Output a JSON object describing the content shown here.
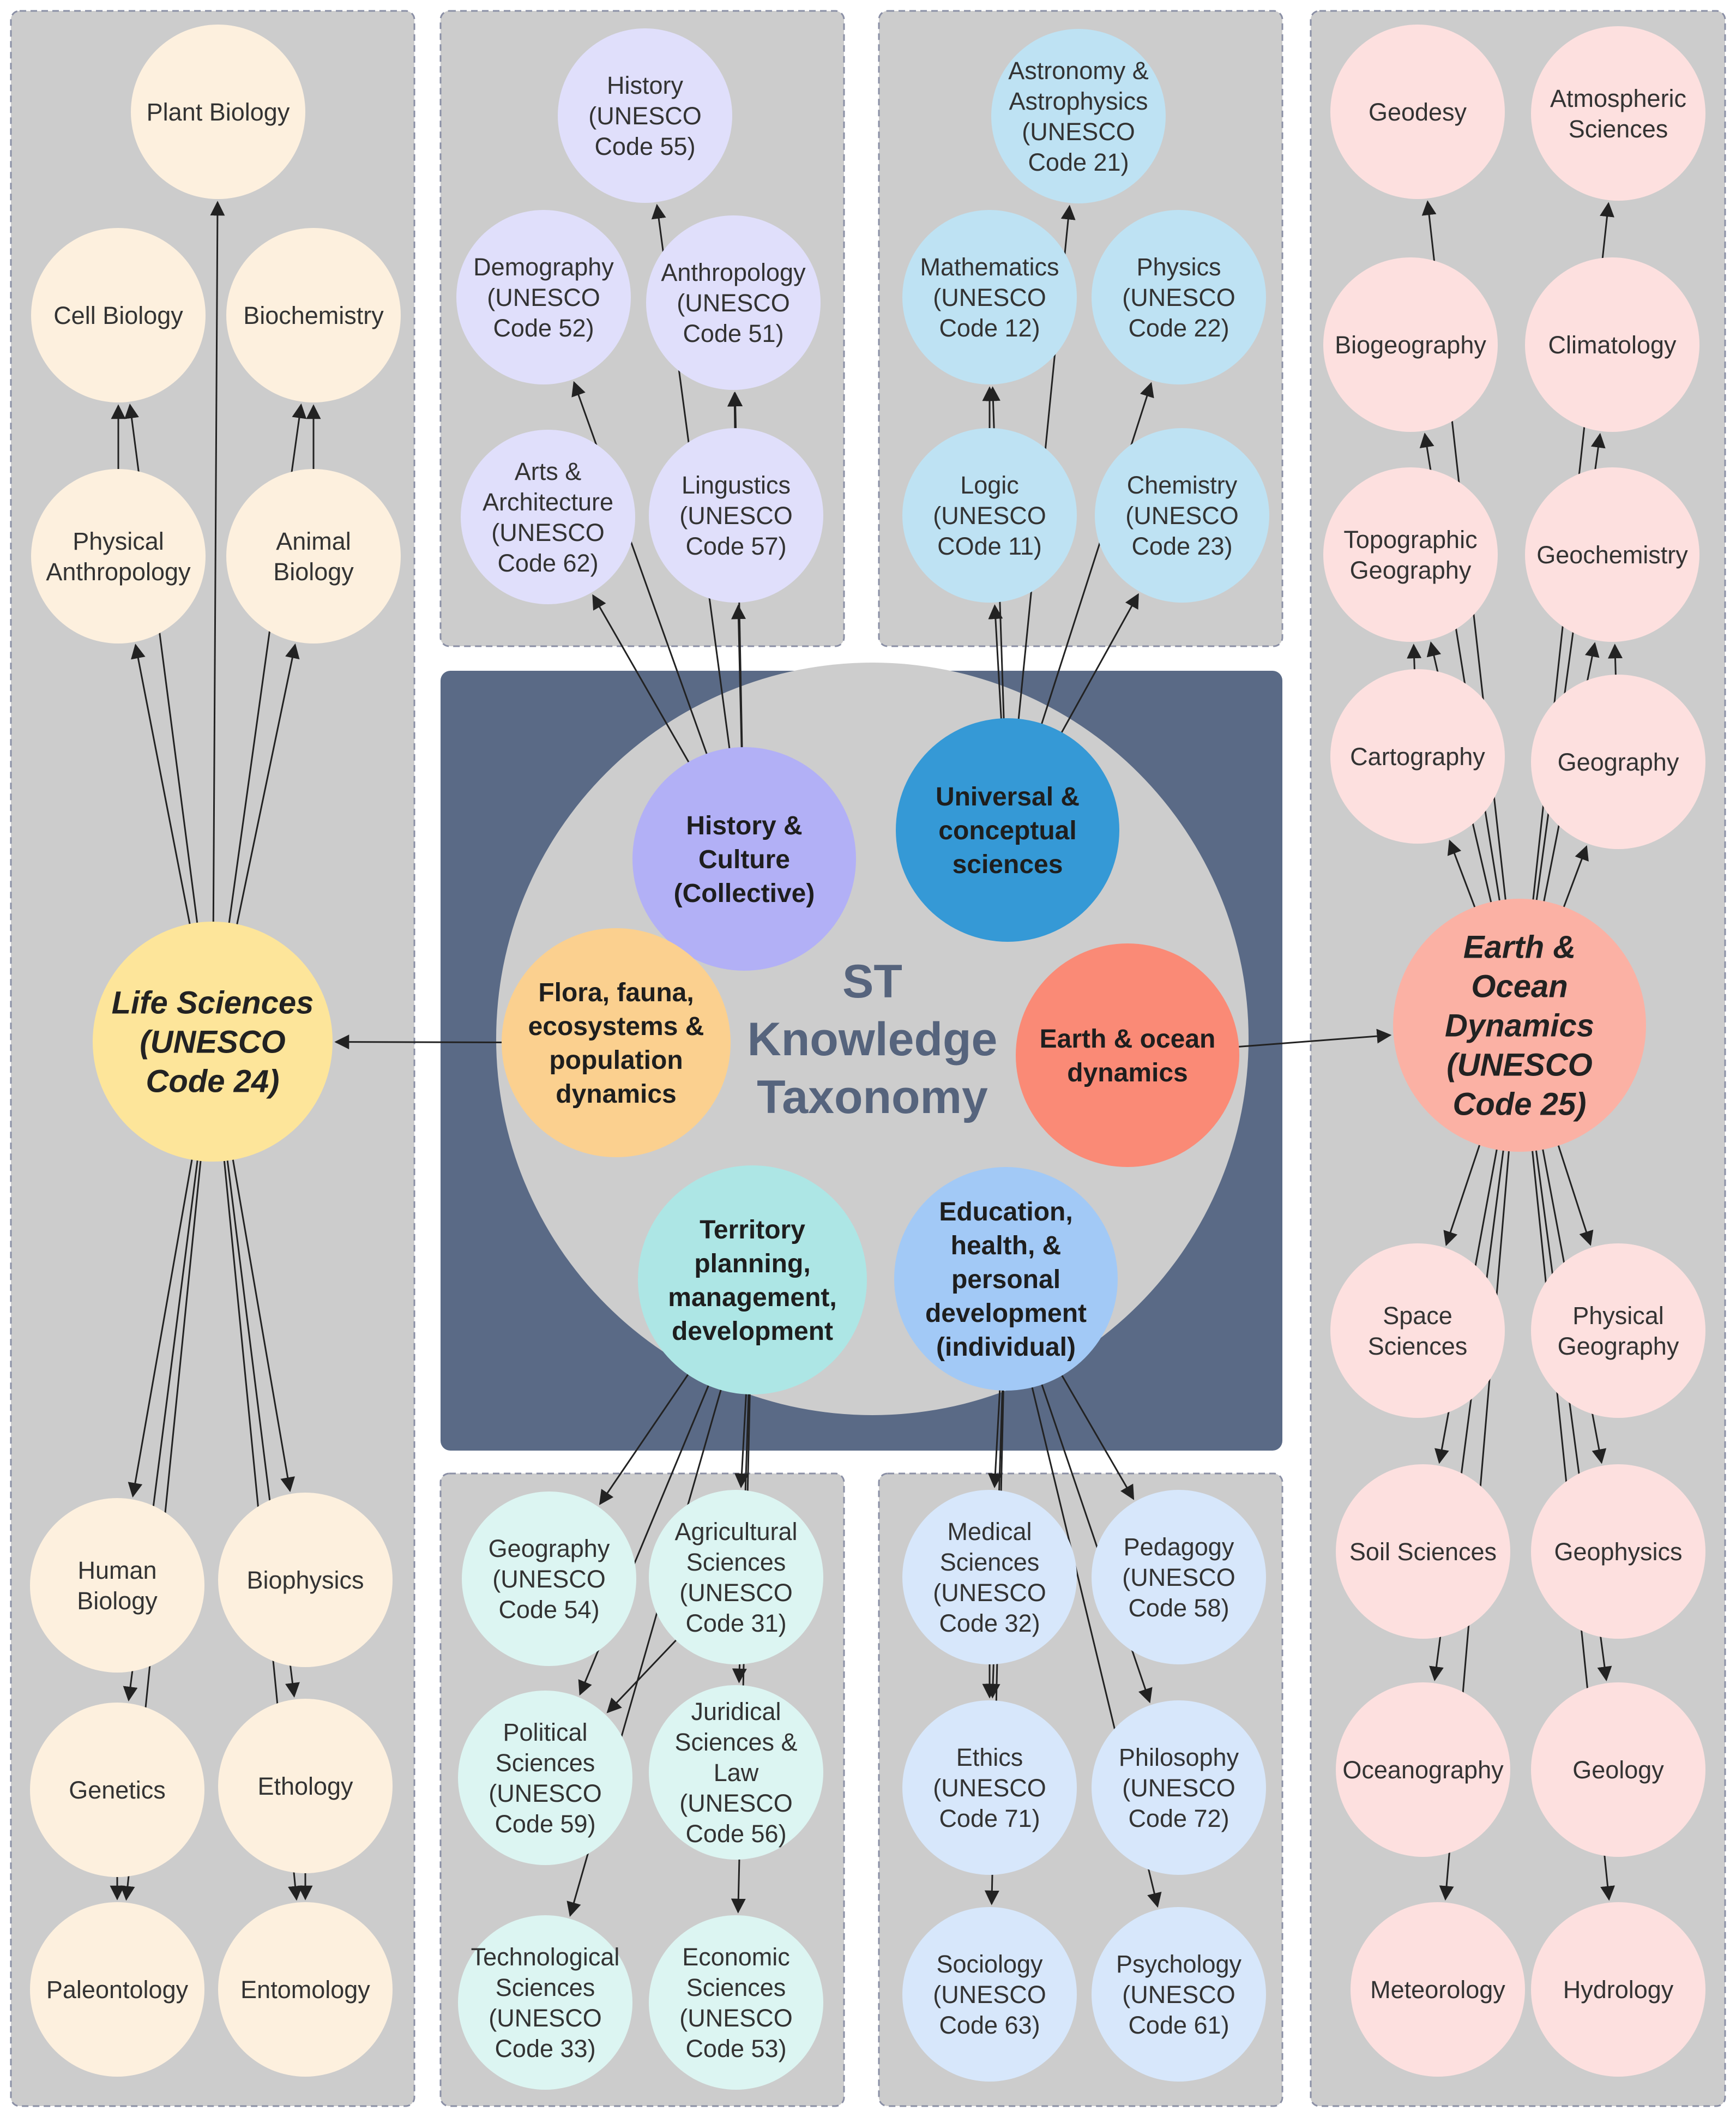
{
  "center": {
    "lines": [
      "ST",
      "Knowledge",
      "Taxonomy"
    ]
  },
  "colors": {
    "panel": "#cccccc",
    "panel_border": "#8a8fa5",
    "center_box": "#5a6a86",
    "center_circle": "#cdcdcd",
    "arrow": "#222222"
  },
  "panels": [
    {
      "id": "life-sciences"
    },
    {
      "id": "history-culture"
    },
    {
      "id": "universal-conceptual"
    },
    {
      "id": "earth-ocean"
    },
    {
      "id": "territory"
    },
    {
      "id": "education-health"
    }
  ],
  "core_nodes": [
    {
      "id": "core-history",
      "lines": [
        "History &",
        "Culture",
        "(Collective)"
      ],
      "color": "#b2b0f6"
    },
    {
      "id": "core-universal",
      "lines": [
        "Universal &",
        "conceptual",
        "sciences"
      ],
      "color": "#3599d6"
    },
    {
      "id": "core-flora",
      "lines": [
        "Flora, fauna,",
        "ecosystems &",
        "population",
        "dynamics"
      ],
      "color": "#fbd08f"
    },
    {
      "id": "core-earth",
      "lines": [
        "Earth & ocean",
        "dynamics"
      ],
      "color": "#fa8a76"
    },
    {
      "id": "core-territory",
      "lines": [
        "Territory",
        "planning,",
        "management,",
        "development"
      ],
      "color": "#ade6e5"
    },
    {
      "id": "core-education",
      "lines": [
        "Education,",
        "health, &",
        "personal",
        "development",
        "(individual)"
      ],
      "color": "#a2c9f6"
    }
  ],
  "hubs": [
    {
      "id": "hub-life",
      "lines": [
        "Life Sciences",
        "(UNESCO",
        "Code 24)"
      ],
      "color": "#fde59a"
    },
    {
      "id": "hub-earth",
      "lines": [
        "Earth &",
        "Ocean",
        "Dynamics",
        "(UNESCO",
        "Code 25)"
      ],
      "color": "#fbb1a4"
    }
  ],
  "nodes": [
    {
      "id": "plant-biology",
      "lines": [
        "Plant Biology"
      ],
      "color": "#fdf0de"
    },
    {
      "id": "cell-biology",
      "lines": [
        "Cell Biology"
      ],
      "color": "#fdf0de"
    },
    {
      "id": "biochemistry",
      "lines": [
        "Biochemistry"
      ],
      "color": "#fdf0de"
    },
    {
      "id": "physical-anthropology",
      "lines": [
        "Physical",
        "Anthropology"
      ],
      "color": "#fdf0de"
    },
    {
      "id": "animal-biology",
      "lines": [
        "Animal",
        "Biology"
      ],
      "color": "#fdf0de"
    },
    {
      "id": "human-biology",
      "lines": [
        "Human",
        "Biology"
      ],
      "color": "#fdf0de"
    },
    {
      "id": "biophysics",
      "lines": [
        "Biophysics"
      ],
      "color": "#fdf0de"
    },
    {
      "id": "genetics",
      "lines": [
        "Genetics"
      ],
      "color": "#fdf0de"
    },
    {
      "id": "ethology",
      "lines": [
        "Ethology"
      ],
      "color": "#fdf0de"
    },
    {
      "id": "paleontology",
      "lines": [
        "Paleontology"
      ],
      "color": "#fdf0de"
    },
    {
      "id": "entomology",
      "lines": [
        "Entomology"
      ],
      "color": "#fdf0de"
    },
    {
      "id": "history",
      "lines": [
        "History",
        "(UNESCO",
        "Code 55)"
      ],
      "color": "#e0dffb"
    },
    {
      "id": "demography",
      "lines": [
        "Demography",
        "(UNESCO",
        "Code 52)"
      ],
      "color": "#e0dffb"
    },
    {
      "id": "anthropology",
      "lines": [
        "Anthropology",
        "(UNESCO",
        "Code 51)"
      ],
      "color": "#e0dffb"
    },
    {
      "id": "arts-architecture",
      "lines": [
        "Arts &",
        "Architecture",
        "(UNESCO",
        "Code 62)"
      ],
      "color": "#e0dffb"
    },
    {
      "id": "linguistics",
      "lines": [
        "Lingustics",
        "(UNESCO",
        "Code 57)"
      ],
      "color": "#e0dffb"
    },
    {
      "id": "astronomy",
      "lines": [
        "Astronomy &",
        "Astrophysics",
        "(UNESCO",
        "Code 21)"
      ],
      "color": "#bee2f3"
    },
    {
      "id": "mathematics",
      "lines": [
        "Mathematics",
        "(UNESCO",
        "Code 12)"
      ],
      "color": "#bee2f3"
    },
    {
      "id": "physics",
      "lines": [
        "Physics",
        "(UNESCO",
        "Code 22)"
      ],
      "color": "#bee2f3"
    },
    {
      "id": "logic",
      "lines": [
        "Logic",
        "(UNESCO",
        "COde 11)"
      ],
      "color": "#bee2f3"
    },
    {
      "id": "chemistry",
      "lines": [
        "Chemistry",
        "(UNESCO",
        "Code 23)"
      ],
      "color": "#bee2f3"
    },
    {
      "id": "geodesy",
      "lines": [
        "Geodesy"
      ],
      "color": "#fde0df"
    },
    {
      "id": "atmospheric-sciences",
      "lines": [
        "Atmospheric",
        "Sciences"
      ],
      "color": "#fde0df"
    },
    {
      "id": "biogeography",
      "lines": [
        "Biogeography"
      ],
      "color": "#fde0df"
    },
    {
      "id": "climatology",
      "lines": [
        "Climatology"
      ],
      "color": "#fde0df"
    },
    {
      "id": "topographic-geography",
      "lines": [
        "Topographic",
        "Geography"
      ],
      "color": "#fde0df"
    },
    {
      "id": "geochemistry",
      "lines": [
        "Geochemistry"
      ],
      "color": "#fde0df"
    },
    {
      "id": "cartography",
      "lines": [
        "Cartography"
      ],
      "color": "#fde0df"
    },
    {
      "id": "geography-earth",
      "lines": [
        "Geography"
      ],
      "color": "#fde0df"
    },
    {
      "id": "space-sciences",
      "lines": [
        "Space",
        "Sciences"
      ],
      "color": "#fde0df"
    },
    {
      "id": "physical-geography",
      "lines": [
        "Physical",
        "Geography"
      ],
      "color": "#fde0df"
    },
    {
      "id": "soil-sciences",
      "lines": [
        "Soil Sciences"
      ],
      "color": "#fde0df"
    },
    {
      "id": "geophysics",
      "lines": [
        "Geophysics"
      ],
      "color": "#fde0df"
    },
    {
      "id": "oceanography",
      "lines": [
        "Oceanography"
      ],
      "color": "#fde0df"
    },
    {
      "id": "geology",
      "lines": [
        "Geology"
      ],
      "color": "#fde0df"
    },
    {
      "id": "meteorology",
      "lines": [
        "Meteorology"
      ],
      "color": "#fde0df"
    },
    {
      "id": "hydrology",
      "lines": [
        "Hydrology"
      ],
      "color": "#fde0df"
    },
    {
      "id": "geography-territory",
      "lines": [
        "Geography",
        "(UNESCO",
        "Code 54)"
      ],
      "color": "#dcf5f2"
    },
    {
      "id": "agricultural-sciences",
      "lines": [
        "Agricultural",
        "Sciences",
        "(UNESCO",
        "Code 31)"
      ],
      "color": "#dcf5f2"
    },
    {
      "id": "political-sciences",
      "lines": [
        "Political",
        "Sciences",
        "(UNESCO",
        "Code 59)"
      ],
      "color": "#dcf5f2"
    },
    {
      "id": "juridical-sciences",
      "lines": [
        "Juridical",
        "Sciences &",
        "Law",
        "(UNESCO",
        "Code 56)"
      ],
      "color": "#dcf5f2"
    },
    {
      "id": "technological-sciences",
      "lines": [
        "Technological",
        "Sciences",
        "(UNESCO",
        "Code 33)"
      ],
      "color": "#dcf5f2"
    },
    {
      "id": "economic-sciences",
      "lines": [
        "Economic",
        "Sciences",
        "(UNESCO",
        "Code 53)"
      ],
      "color": "#dcf5f2"
    },
    {
      "id": "medical-sciences",
      "lines": [
        "Medical",
        "Sciences",
        "(UNESCO",
        "Code 32)"
      ],
      "color": "#d7e7fb"
    },
    {
      "id": "pedagogy",
      "lines": [
        "Pedagogy",
        "(UNESCO",
        "Code 58)"
      ],
      "color": "#d7e7fb"
    },
    {
      "id": "ethics",
      "lines": [
        "Ethics",
        "(UNESCO",
        "Code 71)"
      ],
      "color": "#d7e7fb"
    },
    {
      "id": "philosophy",
      "lines": [
        "Philosophy",
        "(UNESCO",
        "Code 72)"
      ],
      "color": "#d7e7fb"
    },
    {
      "id": "sociology",
      "lines": [
        "Sociology",
        "(UNESCO",
        "Code 63)"
      ],
      "color": "#d7e7fb"
    },
    {
      "id": "psychology",
      "lines": [
        "Psychology",
        "(UNESCO",
        "Code 61)"
      ],
      "color": "#d7e7fb"
    }
  ],
  "edges": [
    [
      "core-flora",
      "hub-life"
    ],
    [
      "core-earth",
      "hub-earth"
    ],
    [
      "hub-life",
      "plant-biology"
    ],
    [
      "hub-life",
      "physical-anthropology"
    ],
    [
      "hub-life",
      "animal-biology"
    ],
    [
      "hub-life",
      "cell-biology"
    ],
    [
      "hub-life",
      "biochemistry"
    ],
    [
      "physical-anthropology",
      "cell-biology"
    ],
    [
      "animal-biology",
      "biochemistry"
    ],
    [
      "hub-life",
      "human-biology"
    ],
    [
      "hub-life",
      "biophysics"
    ],
    [
      "hub-life",
      "genetics"
    ],
    [
      "hub-life",
      "ethology"
    ],
    [
      "hub-life",
      "paleontology"
    ],
    [
      "hub-life",
      "entomology"
    ],
    [
      "genetics",
      "paleontology"
    ],
    [
      "ethology",
      "entomology"
    ],
    [
      "core-history",
      "history"
    ],
    [
      "core-history",
      "demography"
    ],
    [
      "core-history",
      "anthropology"
    ],
    [
      "core-history",
      "arts-architecture"
    ],
    [
      "core-history",
      "linguistics"
    ],
    [
      "linguistics",
      "anthropology"
    ],
    [
      "core-universal",
      "astronomy"
    ],
    [
      "core-universal",
      "mathematics"
    ],
    [
      "core-universal",
      "physics"
    ],
    [
      "core-universal",
      "logic"
    ],
    [
      "core-universal",
      "chemistry"
    ],
    [
      "logic",
      "mathematics"
    ],
    [
      "hub-earth",
      "geodesy"
    ],
    [
      "hub-earth",
      "atmospheric-sciences"
    ],
    [
      "hub-earth",
      "biogeography"
    ],
    [
      "hub-earth",
      "climatology"
    ],
    [
      "hub-earth",
      "topographic-geography"
    ],
    [
      "hub-earth",
      "geochemistry"
    ],
    [
      "hub-earth",
      "cartography"
    ],
    [
      "hub-earth",
      "geography-earth"
    ],
    [
      "hub-earth",
      "space-sciences"
    ],
    [
      "hub-earth",
      "physical-geography"
    ],
    [
      "hub-earth",
      "soil-sciences"
    ],
    [
      "hub-earth",
      "geophysics"
    ],
    [
      "hub-earth",
      "oceanography"
    ],
    [
      "hub-earth",
      "geology"
    ],
    [
      "hub-earth",
      "meteorology"
    ],
    [
      "hub-earth",
      "hydrology"
    ],
    [
      "cartography",
      "topographic-geography"
    ],
    [
      "geography-earth",
      "geochemistry"
    ],
    [
      "core-territory",
      "geography-territory"
    ],
    [
      "core-territory",
      "agricultural-sciences"
    ],
    [
      "core-territory",
      "political-sciences"
    ],
    [
      "core-territory",
      "juridical-sciences"
    ],
    [
      "core-territory",
      "technological-sciences"
    ],
    [
      "core-territory",
      "economic-sciences"
    ],
    [
      "agricultural-sciences",
      "political-sciences"
    ],
    [
      "core-education",
      "medical-sciences"
    ],
    [
      "core-education",
      "pedagogy"
    ],
    [
      "core-education",
      "ethics"
    ],
    [
      "core-education",
      "philosophy"
    ],
    [
      "core-education",
      "sociology"
    ],
    [
      "core-education",
      "psychology"
    ],
    [
      "medical-sciences",
      "ethics"
    ]
  ]
}
